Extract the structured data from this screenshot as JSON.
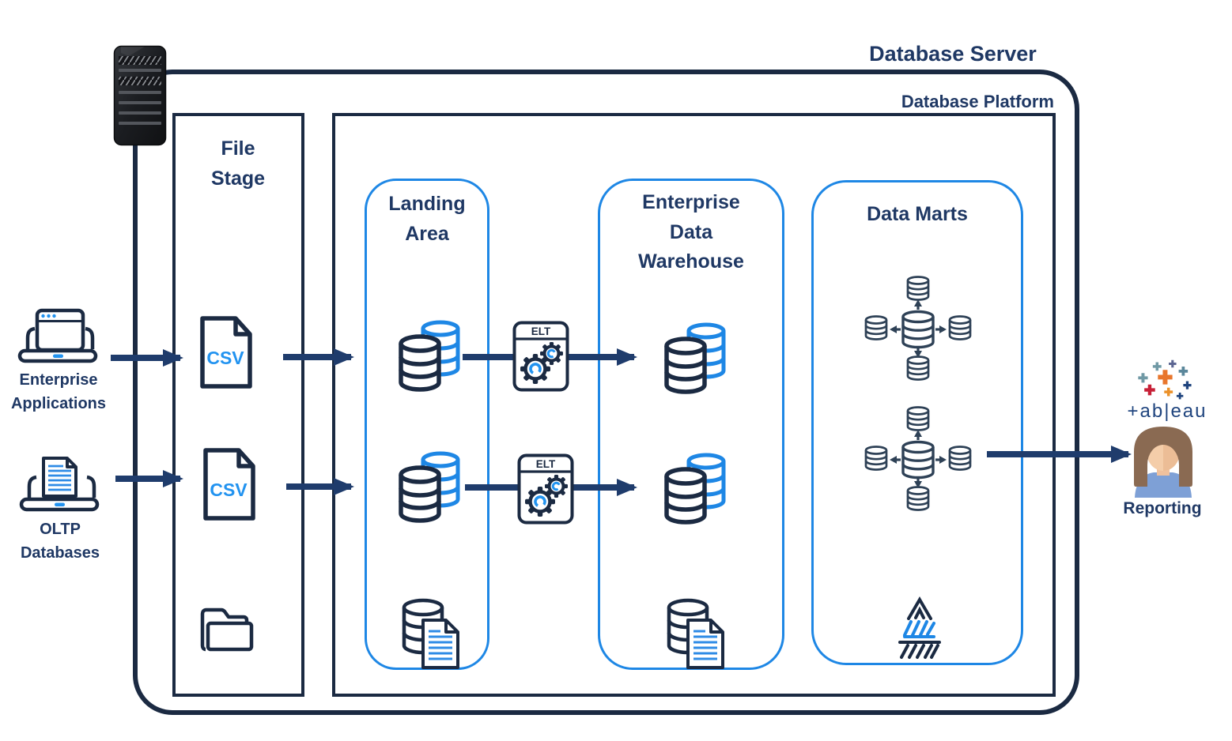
{
  "diagram": {
    "outer": {
      "label": "Database Server"
    },
    "platform": {
      "label": "Database Platform"
    },
    "file_stage": {
      "title": "File Stage",
      "csv_label": "CSV"
    },
    "landing": {
      "title": "Landing Area"
    },
    "edw": {
      "title": "Enterprise Data Warehouse"
    },
    "data_marts": {
      "title": "Data Marts"
    },
    "sources": {
      "apps": "Enterprise Applications",
      "oltp": "OLTP Databases"
    },
    "elt": {
      "label": "ELT"
    },
    "reporting": {
      "tool_wordmark": "tableau",
      "wordmark_display": "+ab|eau",
      "label": "Reporting"
    }
  },
  "icons": {
    "server": "server-tower-icon",
    "enterprise_apps": "laptop-browser-icon",
    "oltp": "laptop-document-icon",
    "csv_file": "csv-file-icon",
    "folder": "folder-icon",
    "database_pair": "database-cylinders-icon",
    "elt_process": "elt-gears-icon",
    "database_doc": "database-document-icon",
    "data_mart_hub": "database-distribution-icon",
    "pyramid": "hatched-pyramid-icon",
    "tableau_logo": "tableau-logo-icon",
    "person": "analyst-person-icon"
  },
  "colors": {
    "title_navy": "#1F3864",
    "border_navy": "#1B2A42",
    "accent_blue": "#1E87E5",
    "arrow_navy": "#1F3C6C",
    "csv_blue": "#2293F0",
    "hub_slate": "#2E4156",
    "tableau_orange": "#E8762D",
    "tableau_red": "#C72037",
    "tableau_navy": "#1F447E"
  }
}
